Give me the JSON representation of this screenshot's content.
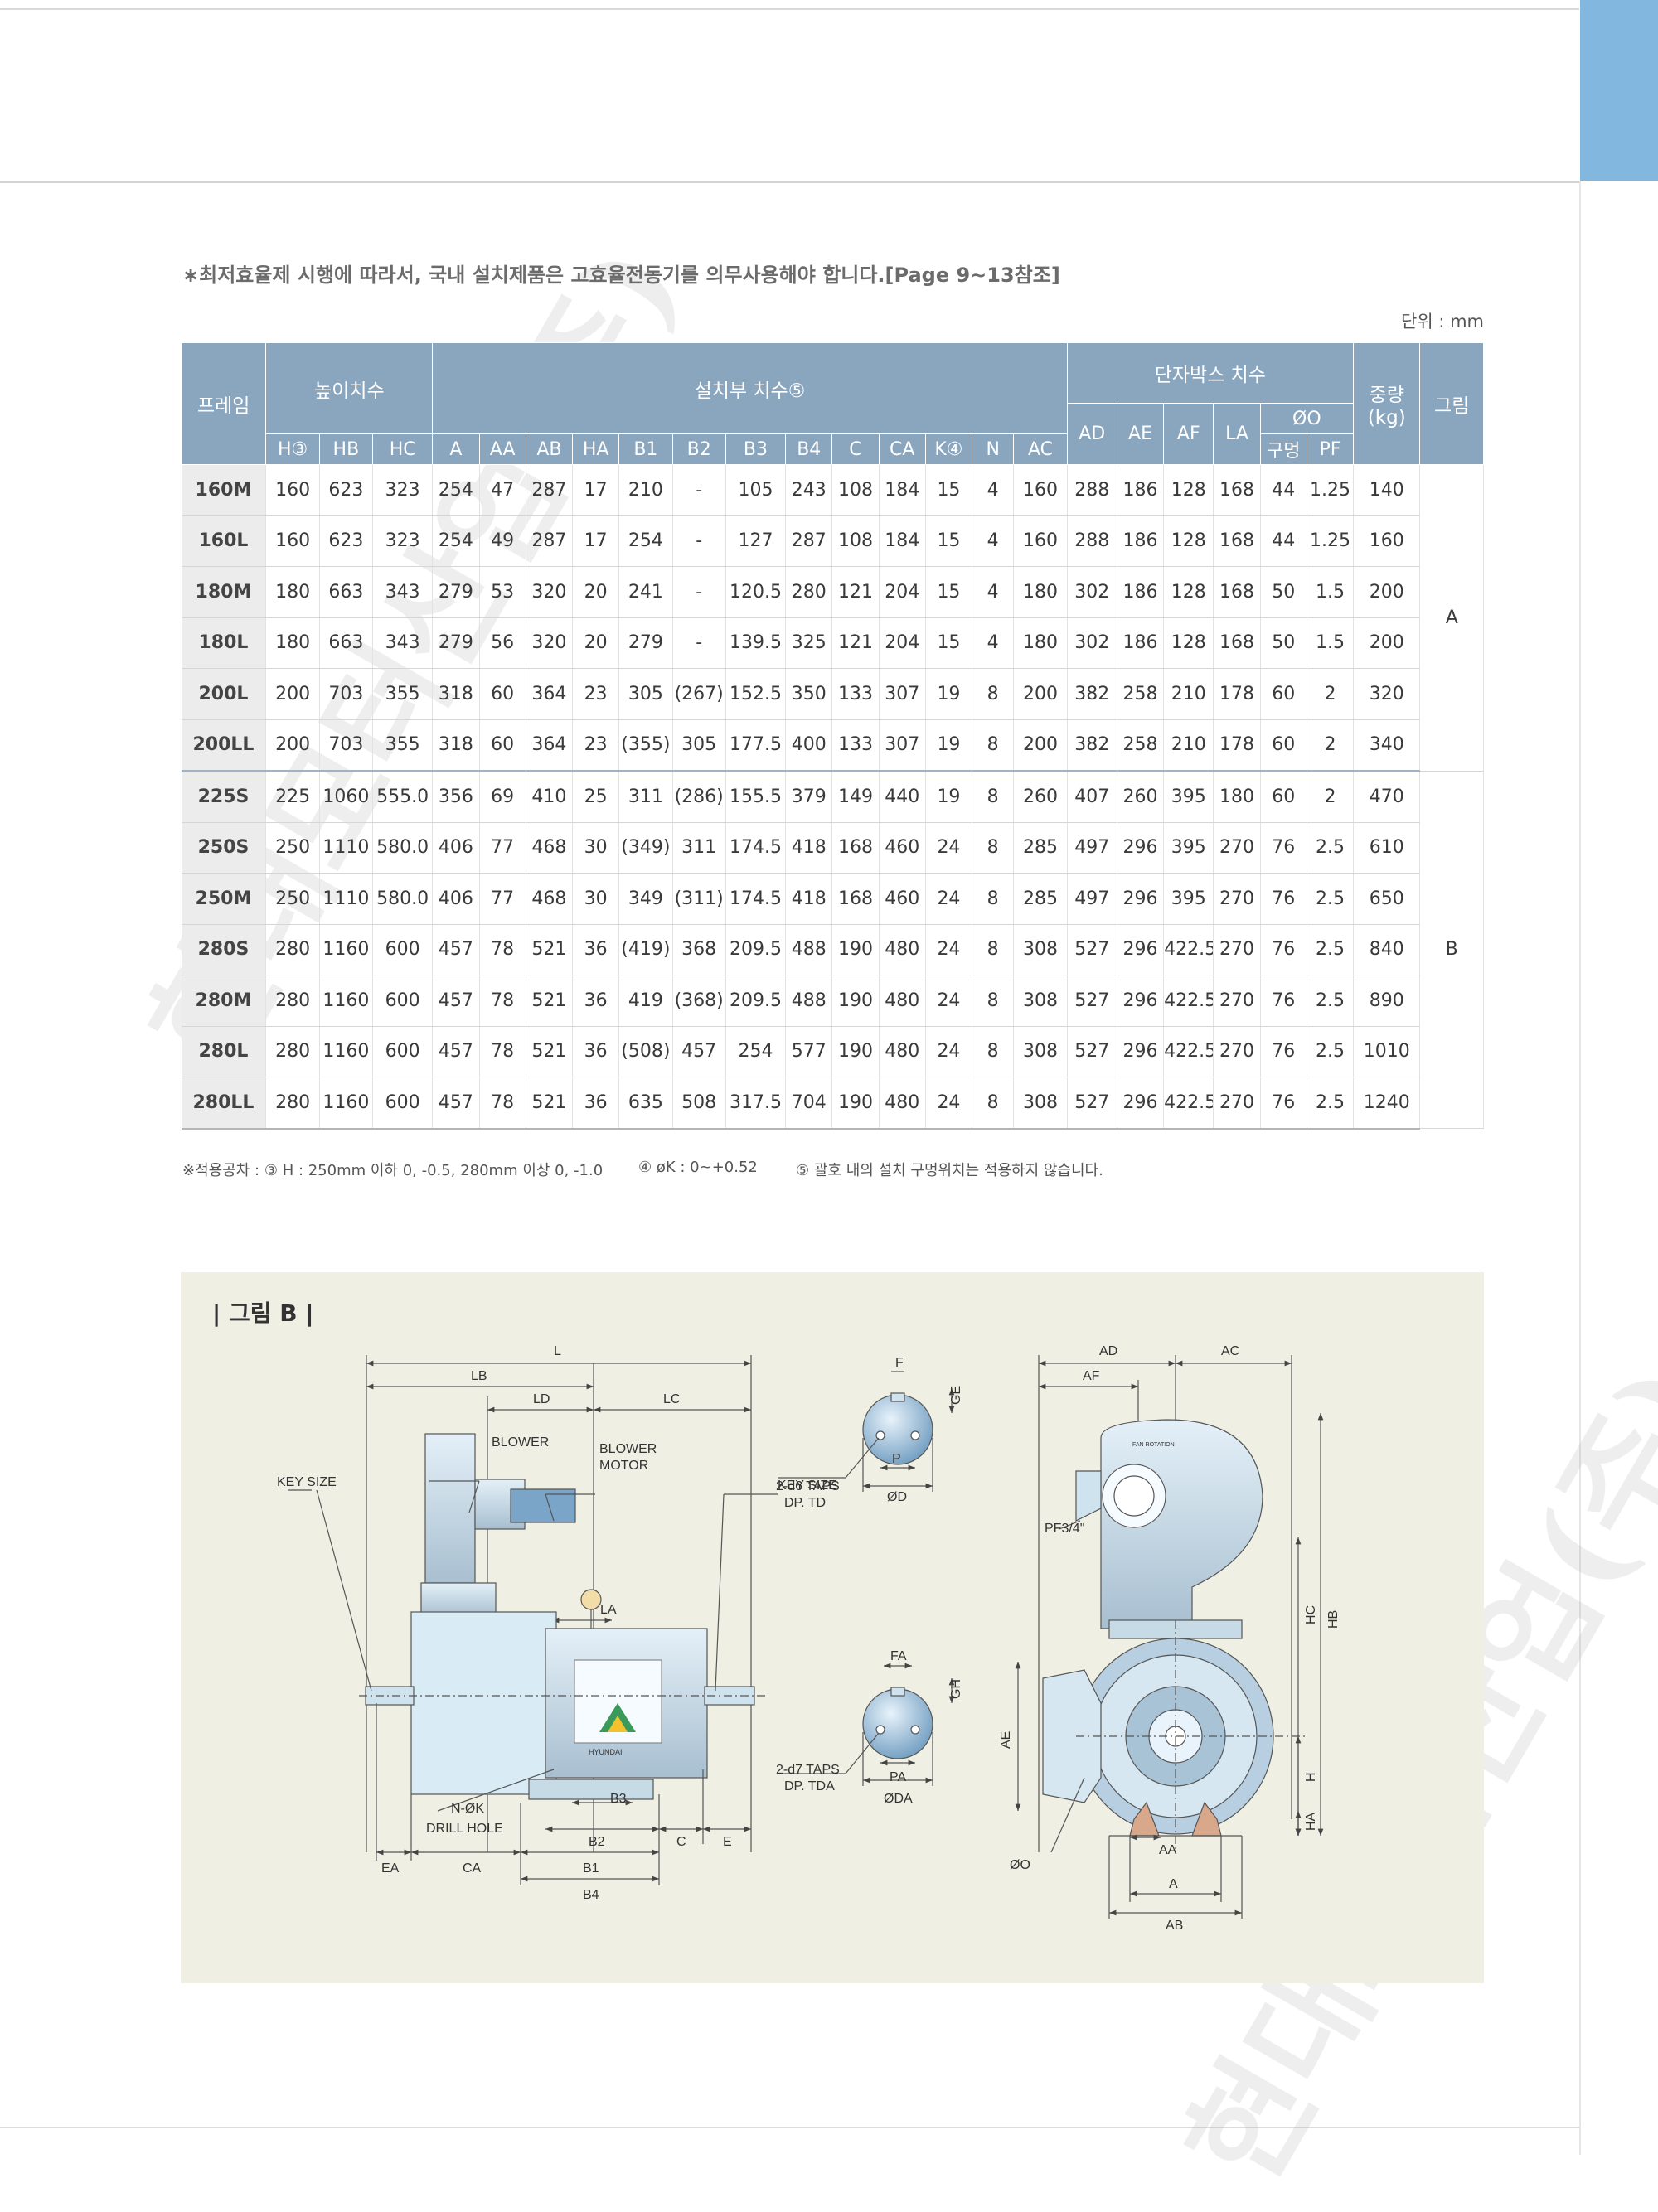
{
  "notice": "∗최저효율제 시행에 따라서, 국내 설치제품은 고효율전동기를 의무사용해야 합니다.[Page 9~13참조]",
  "unit": "단위 : mm",
  "table": {
    "groups": {
      "frame": "프레임",
      "height": "높이치수",
      "mount": "설치부 치수⑤",
      "terminal": "단자박스 치수",
      "weight": "중량\n(kg)",
      "figure": "그림"
    },
    "columns": [
      "H③",
      "HB",
      "HC",
      "A",
      "AA",
      "AB",
      "HA",
      "B1",
      "B2",
      "B3",
      "B4",
      "C",
      "CA",
      "K④",
      "N",
      "AC",
      "AD",
      "AE",
      "AF",
      "LA"
    ],
    "o_group": "ØO",
    "o_sub": [
      "구멍",
      "PF"
    ],
    "rows": [
      [
        "160M",
        "160",
        "623",
        "323",
        "254",
        "47",
        "287",
        "17",
        "210",
        "-",
        "105",
        "243",
        "108",
        "184",
        "15",
        "4",
        "160",
        "288",
        "186",
        "128",
        "168",
        "44",
        "1.25",
        "140"
      ],
      [
        "160L",
        "160",
        "623",
        "323",
        "254",
        "49",
        "287",
        "17",
        "254",
        "-",
        "127",
        "287",
        "108",
        "184",
        "15",
        "4",
        "160",
        "288",
        "186",
        "128",
        "168",
        "44",
        "1.25",
        "160"
      ],
      [
        "180M",
        "180",
        "663",
        "343",
        "279",
        "53",
        "320",
        "20",
        "241",
        "-",
        "120.5",
        "280",
        "121",
        "204",
        "15",
        "4",
        "180",
        "302",
        "186",
        "128",
        "168",
        "50",
        "1.5",
        "200"
      ],
      [
        "180L",
        "180",
        "663",
        "343",
        "279",
        "56",
        "320",
        "20",
        "279",
        "-",
        "139.5",
        "325",
        "121",
        "204",
        "15",
        "4",
        "180",
        "302",
        "186",
        "128",
        "168",
        "50",
        "1.5",
        "200"
      ],
      [
        "200L",
        "200",
        "703",
        "355",
        "318",
        "60",
        "364",
        "23",
        "305",
        "(267)",
        "152.5",
        "350",
        "133",
        "307",
        "19",
        "8",
        "200",
        "382",
        "258",
        "210",
        "178",
        "60",
        "2",
        "320"
      ],
      [
        "200LL",
        "200",
        "703",
        "355",
        "318",
        "60",
        "364",
        "23",
        "(355)",
        "305",
        "177.5",
        "400",
        "133",
        "307",
        "19",
        "8",
        "200",
        "382",
        "258",
        "210",
        "178",
        "60",
        "2",
        "340"
      ],
      [
        "225S",
        "225",
        "1060",
        "555.0",
        "356",
        "69",
        "410",
        "25",
        "311",
        "(286)",
        "155.5",
        "379",
        "149",
        "440",
        "19",
        "8",
        "260",
        "407",
        "260",
        "395",
        "180",
        "60",
        "2",
        "470"
      ],
      [
        "250S",
        "250",
        "1110",
        "580.0",
        "406",
        "77",
        "468",
        "30",
        "(349)",
        "311",
        "174.5",
        "418",
        "168",
        "460",
        "24",
        "8",
        "285",
        "497",
        "296",
        "395",
        "270",
        "76",
        "2.5",
        "610"
      ],
      [
        "250M",
        "250",
        "1110",
        "580.0",
        "406",
        "77",
        "468",
        "30",
        "349",
        "(311)",
        "174.5",
        "418",
        "168",
        "460",
        "24",
        "8",
        "285",
        "497",
        "296",
        "395",
        "270",
        "76",
        "2.5",
        "650"
      ],
      [
        "280S",
        "280",
        "1160",
        "600",
        "457",
        "78",
        "521",
        "36",
        "(419)",
        "368",
        "209.5",
        "488",
        "190",
        "480",
        "24",
        "8",
        "308",
        "527",
        "296",
        "422.5",
        "270",
        "76",
        "2.5",
        "840"
      ],
      [
        "280M",
        "280",
        "1160",
        "600",
        "457",
        "78",
        "521",
        "36",
        "419",
        "(368)",
        "209.5",
        "488",
        "190",
        "480",
        "24",
        "8",
        "308",
        "527",
        "296",
        "422.5",
        "270",
        "76",
        "2.5",
        "890"
      ],
      [
        "280L",
        "280",
        "1160",
        "600",
        "457",
        "78",
        "521",
        "36",
        "(508)",
        "457",
        "254",
        "577",
        "190",
        "480",
        "24",
        "8",
        "308",
        "527",
        "296",
        "422.5",
        "270",
        "76",
        "2.5",
        "1010"
      ],
      [
        "280LL",
        "280",
        "1160",
        "600",
        "457",
        "78",
        "521",
        "36",
        "635",
        "508",
        "317.5",
        "704",
        "190",
        "480",
        "24",
        "8",
        "308",
        "527",
        "296",
        "422.5",
        "270",
        "76",
        "2.5",
        "1240"
      ]
    ],
    "figure_A": "A",
    "figure_B": "B"
  },
  "footnotes": {
    "f1": "※적용공차 : ③ H : 250mm 이하 0, -0.5, 280mm 이상 0, -1.0",
    "f2": "④ øK : 0~+0.52",
    "f3": "⑤ 괄호 내의 설치 구멍위치는 적용하지 않습니다."
  },
  "figure": {
    "title": "| 그림 B |",
    "labels": {
      "L": "L",
      "LB": "LB",
      "LD": "LD",
      "LC": "LC",
      "LA": "LA",
      "blower": "BLOWER",
      "blower_motor_1": "BLOWER",
      "blower_motor_2": "MOTOR",
      "key_size_left": "KEY SIZE",
      "key_size_right": "KEY SIZE",
      "drill_1": "N-ØK",
      "drill_2": "DRILL HOLE",
      "EA": "EA",
      "CA": "CA",
      "B1": "B1",
      "B2": "B2",
      "B3": "B3",
      "B4": "B4",
      "C": "C",
      "E": "E",
      "brand": "HYUNDAI",
      "F": "F",
      "GE": "GE",
      "taps1_1": "2-d6 TAPS",
      "taps1_2": "DP. TD",
      "P": "P",
      "OD": "ØD",
      "FA": "FA",
      "GH": "GH",
      "taps2_1": "2-d7 TAPS",
      "taps2_2": "DP. TDA",
      "PA": "PA",
      "ODA": "ØDA",
      "AD": "AD",
      "AC": "AC",
      "AF": "AF",
      "PF": "PF3/4\"",
      "fan_rotation": "FAN ROTATION",
      "HC": "HC",
      "HB": "HB",
      "H": "H",
      "HA": "HA",
      "AE": "AE",
      "AA": "AA",
      "A": "A",
      "AB": "AB",
      "OO": "ØO"
    }
  },
  "watermark": "현대모터산업(주)",
  "colors": {
    "header": "#8aa6bf",
    "frame_cell": "#ececec",
    "side_tab": "#82b8e0",
    "panel": "#efefe3"
  }
}
